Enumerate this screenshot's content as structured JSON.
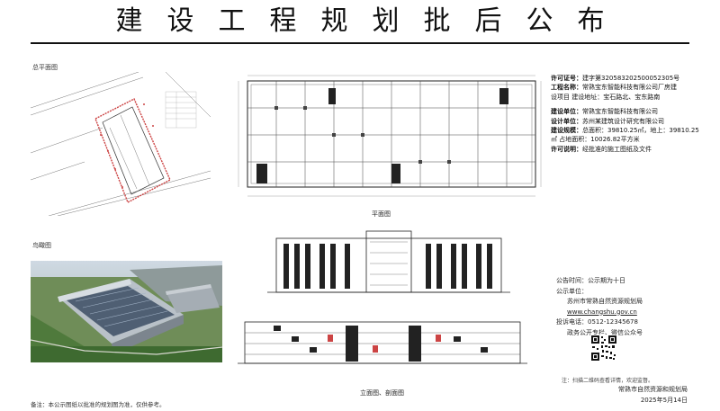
{
  "header": {
    "title": "建设工程规划批后公布"
  },
  "labels": {
    "site_plan": "总平面图",
    "aerial": "鸟瞰图",
    "floor_plan": "平面图",
    "elevations": "立面图、剖面图"
  },
  "info": {
    "items": [
      {
        "key": "许可证号：",
        "value": "建字第320583202500052305号"
      },
      {
        "key": "工程名称：",
        "value": "常熟宝东智能科技有限公司厂房建"
      },
      {
        "key": "",
        "value": "设项目 建设地址：宝石路北、宝东路南"
      },
      {
        "key": "建设单位：",
        "value": "常熟宝东智能科技有限公司"
      },
      {
        "key": "设计单位：",
        "value": "苏州某建筑设计研究有限公司"
      },
      {
        "key": "建设规模：",
        "value": "总面积：39810.25㎡，地上：39810.25"
      },
      {
        "key": "",
        "value": "㎡ 占地面积：10026.82平方米"
      },
      {
        "key": "许可说明：",
        "value": "经批准的施工图纸及文件"
      }
    ]
  },
  "publicity": {
    "items": [
      {
        "key": "公告时间：",
        "value": "公示期为十日"
      },
      {
        "key": "公示单位：",
        "value": ""
      },
      {
        "key": "",
        "value": "苏州市常熟自然资源规划局"
      },
      {
        "key": "",
        "value": "www.changshu.gov.cn"
      },
      {
        "key": "投诉电话：",
        "value": "0512-12345678"
      },
      {
        "key": "",
        "value": "政务公开专栏、微信公众号"
      }
    ]
  },
  "footer": {
    "note": "备注：本公示图纸以批准的规划图为准，仅供参考。",
    "tip": "注：扫描二维码查看详情，欢迎监督。",
    "issuer": "常熟市自然资源和规划局",
    "date": "2025年5月14日"
  }
}
